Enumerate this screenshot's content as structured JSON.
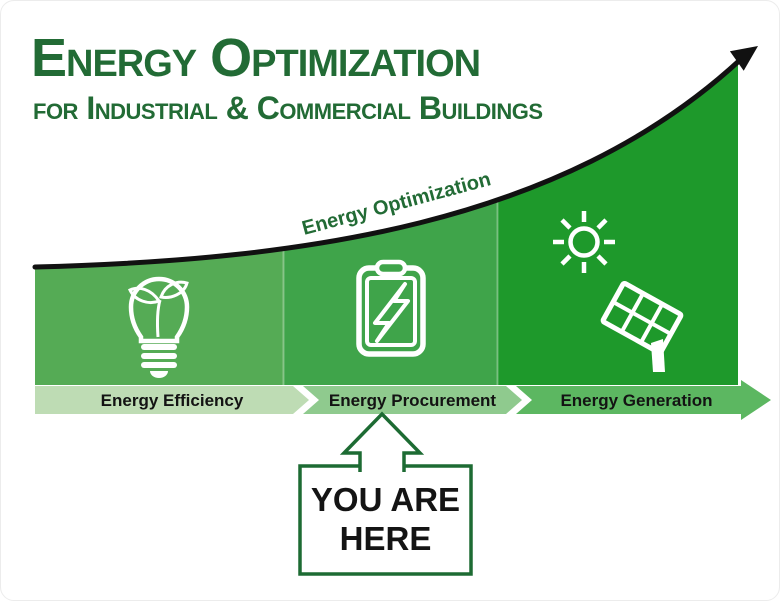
{
  "header": {
    "title": "Energy Optimization",
    "subtitle": "for Industrial & Commercial Buildings"
  },
  "curve": {
    "label": "Energy Optimization",
    "style": "black rising arrow over green area chart"
  },
  "stages": [
    {
      "label": "Energy Efficiency",
      "icon": "lightbulb-sprout-icon",
      "panel_color": "#55ab55",
      "band_color": "#bedcb4"
    },
    {
      "label": "Energy Procurement",
      "icon": "clipboard-lightning-icon",
      "panel_color": "#3fa44a",
      "band_color": "#8fca8e"
    },
    {
      "label": "Energy Generation",
      "icon": "sun-solar-panel-icon",
      "panel_color": "#1e992b",
      "band_color": "#5cb761"
    }
  ],
  "marker": {
    "label": "YOU ARE HERE",
    "points_to": "Energy Procurement"
  },
  "colors": {
    "dark_green_text": "#226b35",
    "curve_black": "#111111",
    "banner_text": "#131313",
    "background": "#ffffff"
  }
}
